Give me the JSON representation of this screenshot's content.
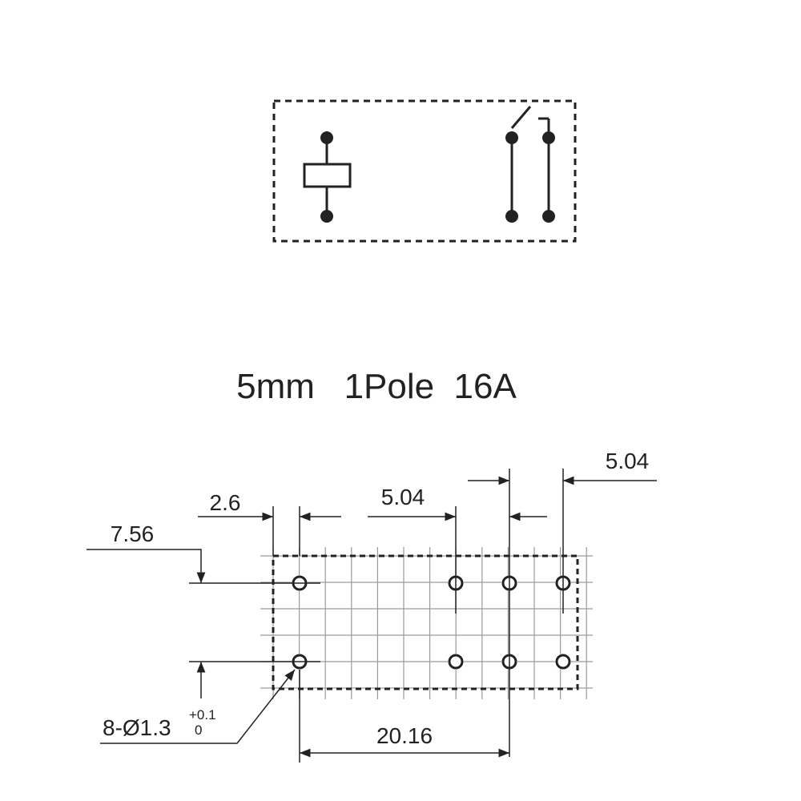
{
  "schematic": {
    "coil_label": "coil",
    "contact_label": "normally-open contact"
  },
  "title": "5mm   1Pole  16A",
  "footprint": {
    "dim_pin_offset": "2.6",
    "dim_pitch_top": "5.04",
    "dim_pitch_top_right": "5.04",
    "dim_row_spacing": "7.56",
    "dim_span": "20.16",
    "hole_spec_prefix": "8-Ø1.3",
    "hole_tol_plus": "+0.1",
    "hole_tol_minus": "0"
  },
  "colors": {
    "ink": "#222222",
    "grid": "#9a9a9a"
  }
}
